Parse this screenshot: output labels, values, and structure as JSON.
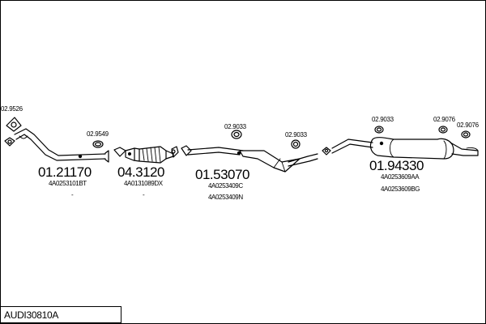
{
  "kit_code": "AUDI30810A",
  "small_parts": {
    "p_2_9526": "02.9526",
    "p_2_9549": "02.9549",
    "p_2_9033_a": "02.9033",
    "p_2_9033_b": "02.9033",
    "p_2_9033_c": "02.9033",
    "p_2_9076_a": "02.9076",
    "p_2_9076_b": "02.9076"
  },
  "main_parts": {
    "front_pipe": {
      "number": "01.21170",
      "oe": [
        "4A0253101BT"
      ],
      "note": "-"
    },
    "catalyst": {
      "number": "04.3120",
      "oe": [
        "4A0131089DX"
      ],
      "note": "-"
    },
    "middle_silencer": {
      "number": "01.53070",
      "oe": [
        "4A0253409C",
        "4A0253409N"
      ]
    },
    "rear_silencer": {
      "number": "01.94330",
      "oe": [
        "4A0253609AA",
        "4A0253609BG"
      ]
    }
  }
}
